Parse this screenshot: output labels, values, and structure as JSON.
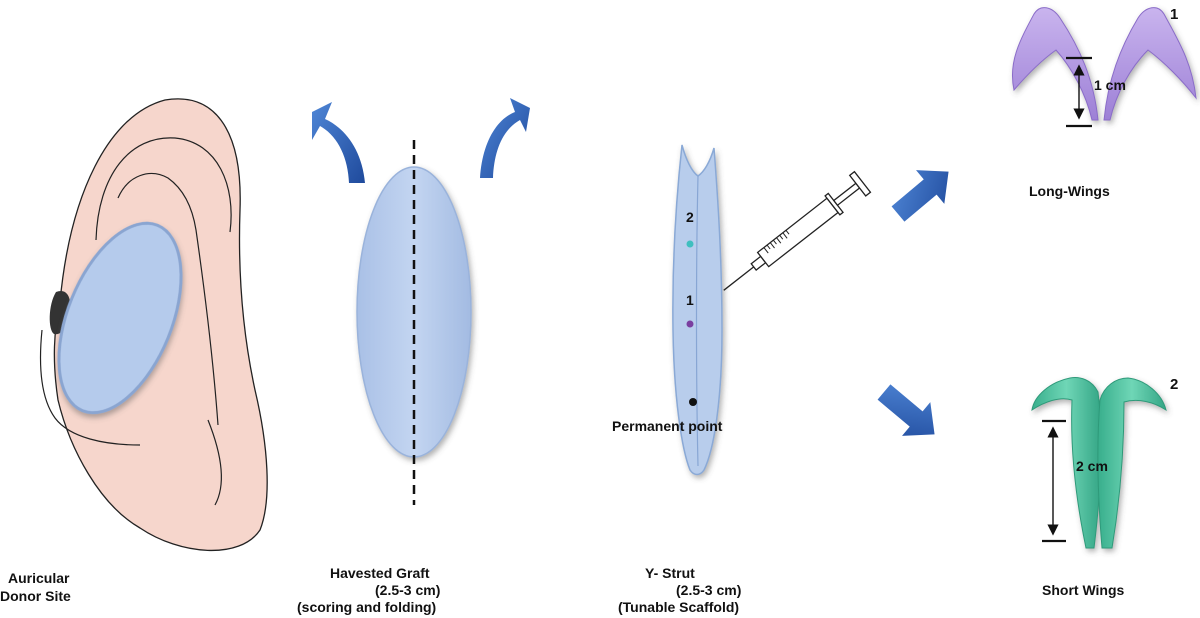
{
  "colors": {
    "ear_skin": "#f6d6cc",
    "graft_blue": "#b8cdec",
    "graft_edge": "#9ab3db",
    "arrow_blue": "#2f5fb3",
    "long_wing_purple": "#b49ae0",
    "short_wing_green": "#4fc4a2",
    "point_teal": "#3fbfbf",
    "point_purple": "#7a3fa0",
    "point_black": "#111111"
  },
  "icons": [
    "ear-illustration",
    "curved-arrow-icon",
    "syringe-icon",
    "block-arrow-icon",
    "y-strut-shape",
    "wing-shape"
  ],
  "labels": {
    "donor_line1": "Auricular",
    "donor_line2": "Donor Site",
    "graft_line1": "Havested Graft",
    "graft_line2": "(2.5-3 cm)",
    "graft_line3": "(scoring and folding)",
    "strut_line1": "Y- Strut",
    "strut_line2": "(2.5-3 cm)",
    "strut_line3": "(Tunable Scaffold)",
    "point_2": "2",
    "point_1": "1",
    "permanent_point": "Permanent point",
    "panel_1_number": "1",
    "panel_2_number": "2",
    "long_measure": "1 cm",
    "short_measure": "2 cm",
    "long_wings": "Long-Wings",
    "short_wings": "Short Wings"
  }
}
